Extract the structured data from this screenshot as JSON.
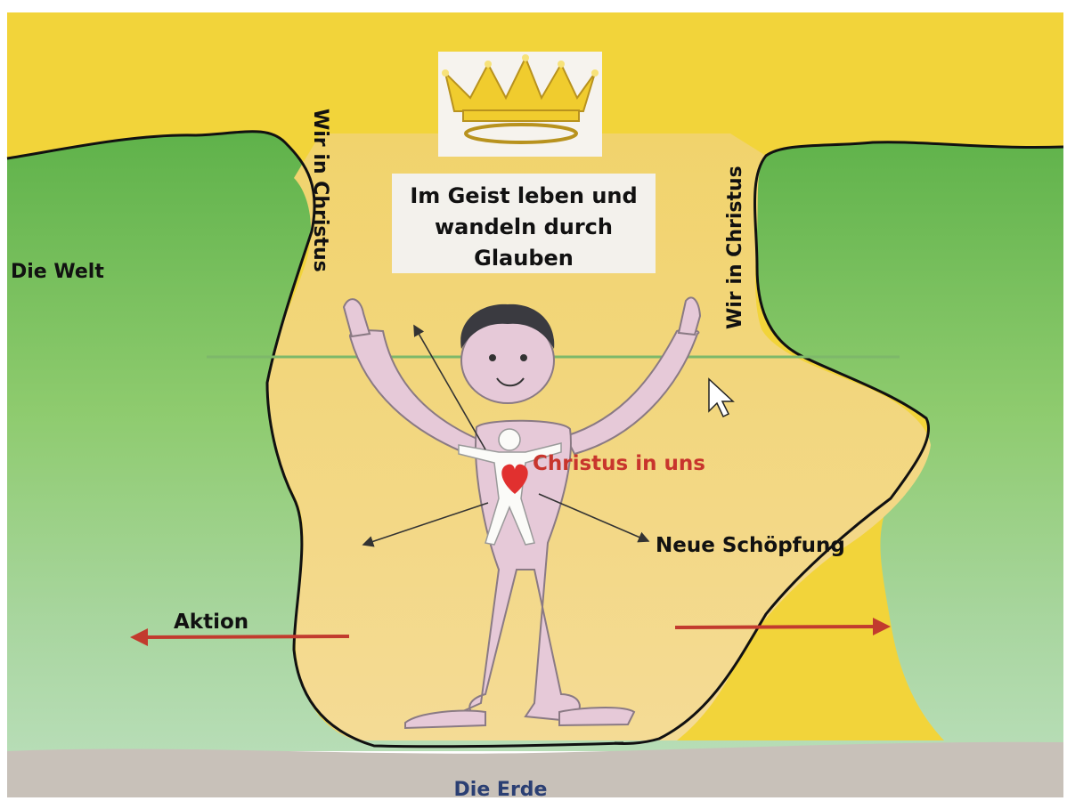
{
  "title_box": {
    "line1": "Im Geist leben und",
    "line2": "wandeln durch",
    "line3": "Glauben"
  },
  "labels": {
    "left_vertical": "Wir in Christus",
    "right_vertical": "Wir in Christus",
    "world": "Die Welt",
    "christ_in_us": "Christus in uns",
    "new_creation": "Neue Schöpfung",
    "action": "Aktion",
    "earth": "Die Erde"
  },
  "colors": {
    "sky_yellow": "#F2D43A",
    "world_green": "#7CC36E",
    "inner_yellow": "#F3D77E",
    "ground_gray": "#C8C1B9",
    "figure_pink": "#E6C9D8",
    "heart_red": "#E1302F",
    "text_red": "#C8352D",
    "arrow_red": "#C23B2E",
    "earth_text_blue": "#2B3F73"
  },
  "icons": [
    "crown-icon",
    "heart-icon",
    "mouse-cursor-icon"
  ]
}
